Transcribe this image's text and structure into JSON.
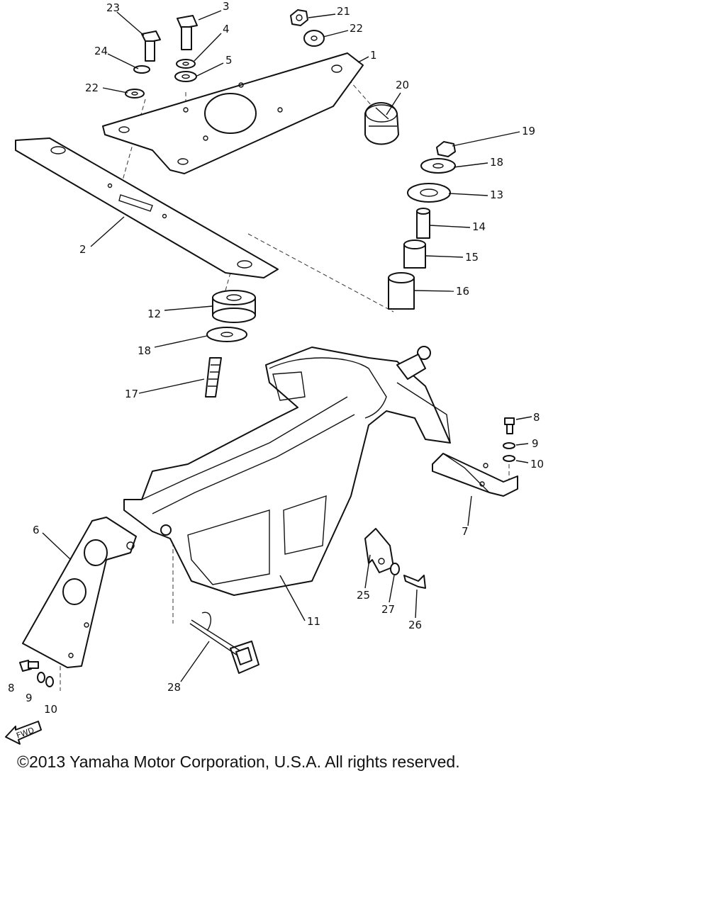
{
  "diagram": {
    "labels": {
      "p1": "1",
      "p2": "2",
      "p3": "3",
      "p4": "4",
      "p5": "5",
      "p6": "6",
      "p7": "7",
      "p8a": "8",
      "p8b": "8",
      "p9a": "9",
      "p9b": "9",
      "p10a": "10",
      "p10b": "10",
      "p11": "11",
      "p12": "12",
      "p13": "13",
      "p14": "14",
      "p15": "15",
      "p16": "16",
      "p17": "17",
      "p18a": "18",
      "p18b": "18",
      "p19": "19",
      "p20": "20",
      "p21": "21",
      "p22a": "22",
      "p22b": "22",
      "p23": "23",
      "p24": "24",
      "p25": "25",
      "p26": "26",
      "p27": "27",
      "p28": "28"
    },
    "fwd_label": "FWD"
  },
  "copyright": "©2013 Yamaha Motor Corporation, U.S.A. All rights reserved."
}
